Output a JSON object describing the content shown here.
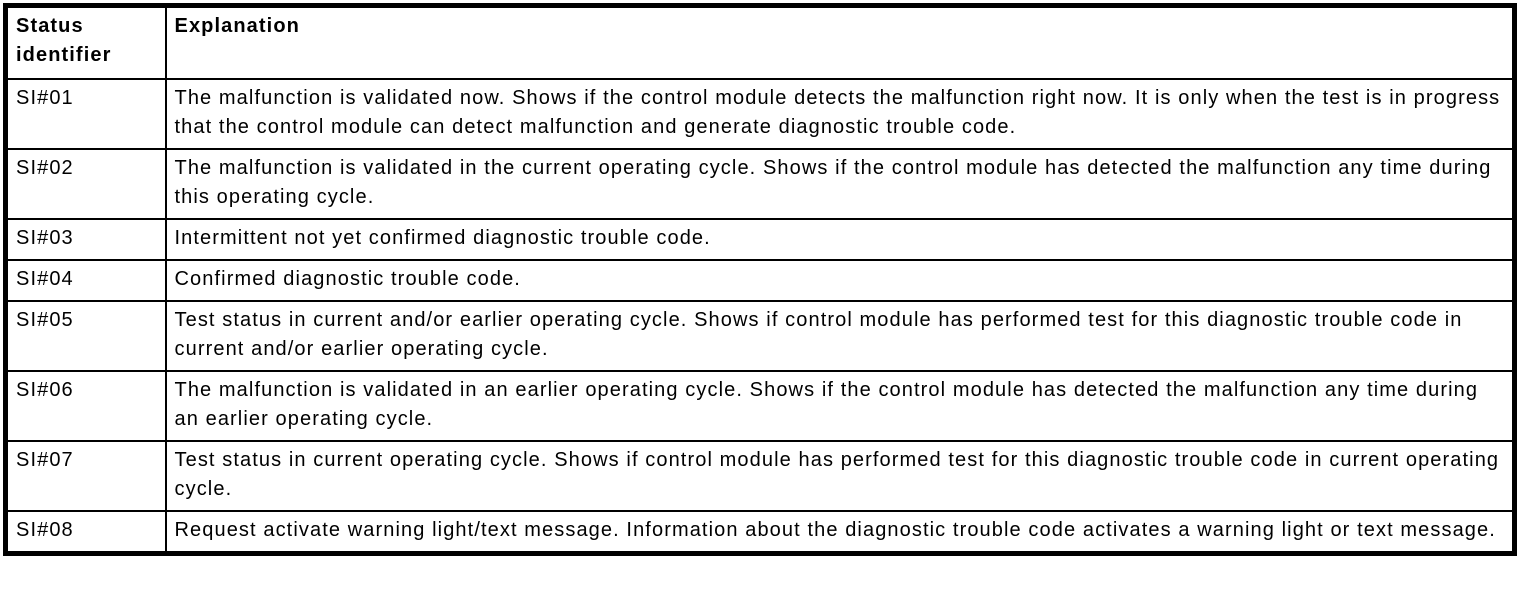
{
  "table": {
    "headers": [
      "Status identifier",
      "Explanation"
    ],
    "rows": [
      {
        "status_identifier": "SI#01",
        "explanation": "The malfunction is validated now. Shows if the control module detects the malfunction right now. It is only when the test is in progress that the control module can detect malfunction and generate diagnostic trouble code."
      },
      {
        "status_identifier": "SI#02",
        "explanation": "The malfunction is validated in the current operating cycle. Shows if the control module has detected the malfunction any time during this operating cycle."
      },
      {
        "status_identifier": "SI#03",
        "explanation": "Intermittent not yet confirmed diagnostic trouble code."
      },
      {
        "status_identifier": "SI#04",
        "explanation": "Confirmed diagnostic trouble code."
      },
      {
        "status_identifier": "SI#05",
        "explanation": "Test status in current and/or earlier operating cycle. Shows if control module has performed test for this diagnostic trouble code in current and/or earlier operating cycle."
      },
      {
        "status_identifier": "SI#06",
        "explanation": "The malfunction is validated in an earlier operating cycle. Shows if the control module has detected the malfunction any time during an earlier operating cycle."
      },
      {
        "status_identifier": "SI#07",
        "explanation": "Test status in current operating cycle. Shows if control module has performed test for this diagnostic trouble code in current operating cycle."
      },
      {
        "status_identifier": "SI#08",
        "explanation": "Request activate warning light/text message. Information about the diagnostic trouble code activates a warning light or text message."
      }
    ],
    "border_color": "#000000",
    "text_color": "#000000",
    "background_color": "#ffffff"
  }
}
